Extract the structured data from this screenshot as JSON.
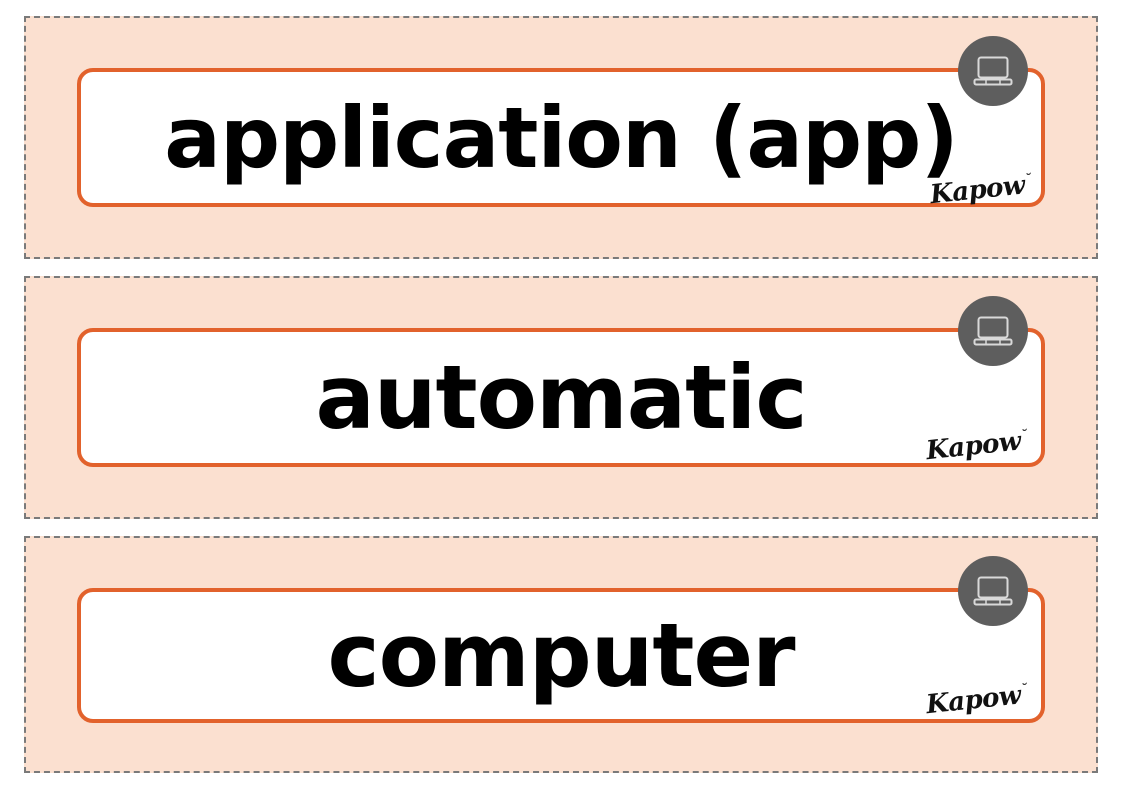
{
  "page": {
    "type": "vocabulary-word-cards",
    "sheet_width": 1121,
    "sheet_height": 793,
    "background": "#ffffff"
  },
  "theme": {
    "panel_background": "#fbe0d0",
    "panel_dash_color": "#7a7a7a",
    "card_background": "#ffffff",
    "card_border_color": "#e2622c",
    "word_color": "#000000",
    "badge_color": "#5e5e5e",
    "badge_glyph_color": "#d9d9d9"
  },
  "brand": {
    "name": "Kapow",
    "trademark_mark": "˘"
  },
  "icons": {
    "laptop": "laptop-icon"
  },
  "cards": [
    {
      "word": "application (app)",
      "icon": "laptop-icon",
      "brand": "Kapow"
    },
    {
      "word": "automatic",
      "icon": "laptop-icon",
      "brand": "Kapow"
    },
    {
      "word": "computer",
      "icon": "laptop-icon",
      "brand": "Kapow"
    }
  ]
}
